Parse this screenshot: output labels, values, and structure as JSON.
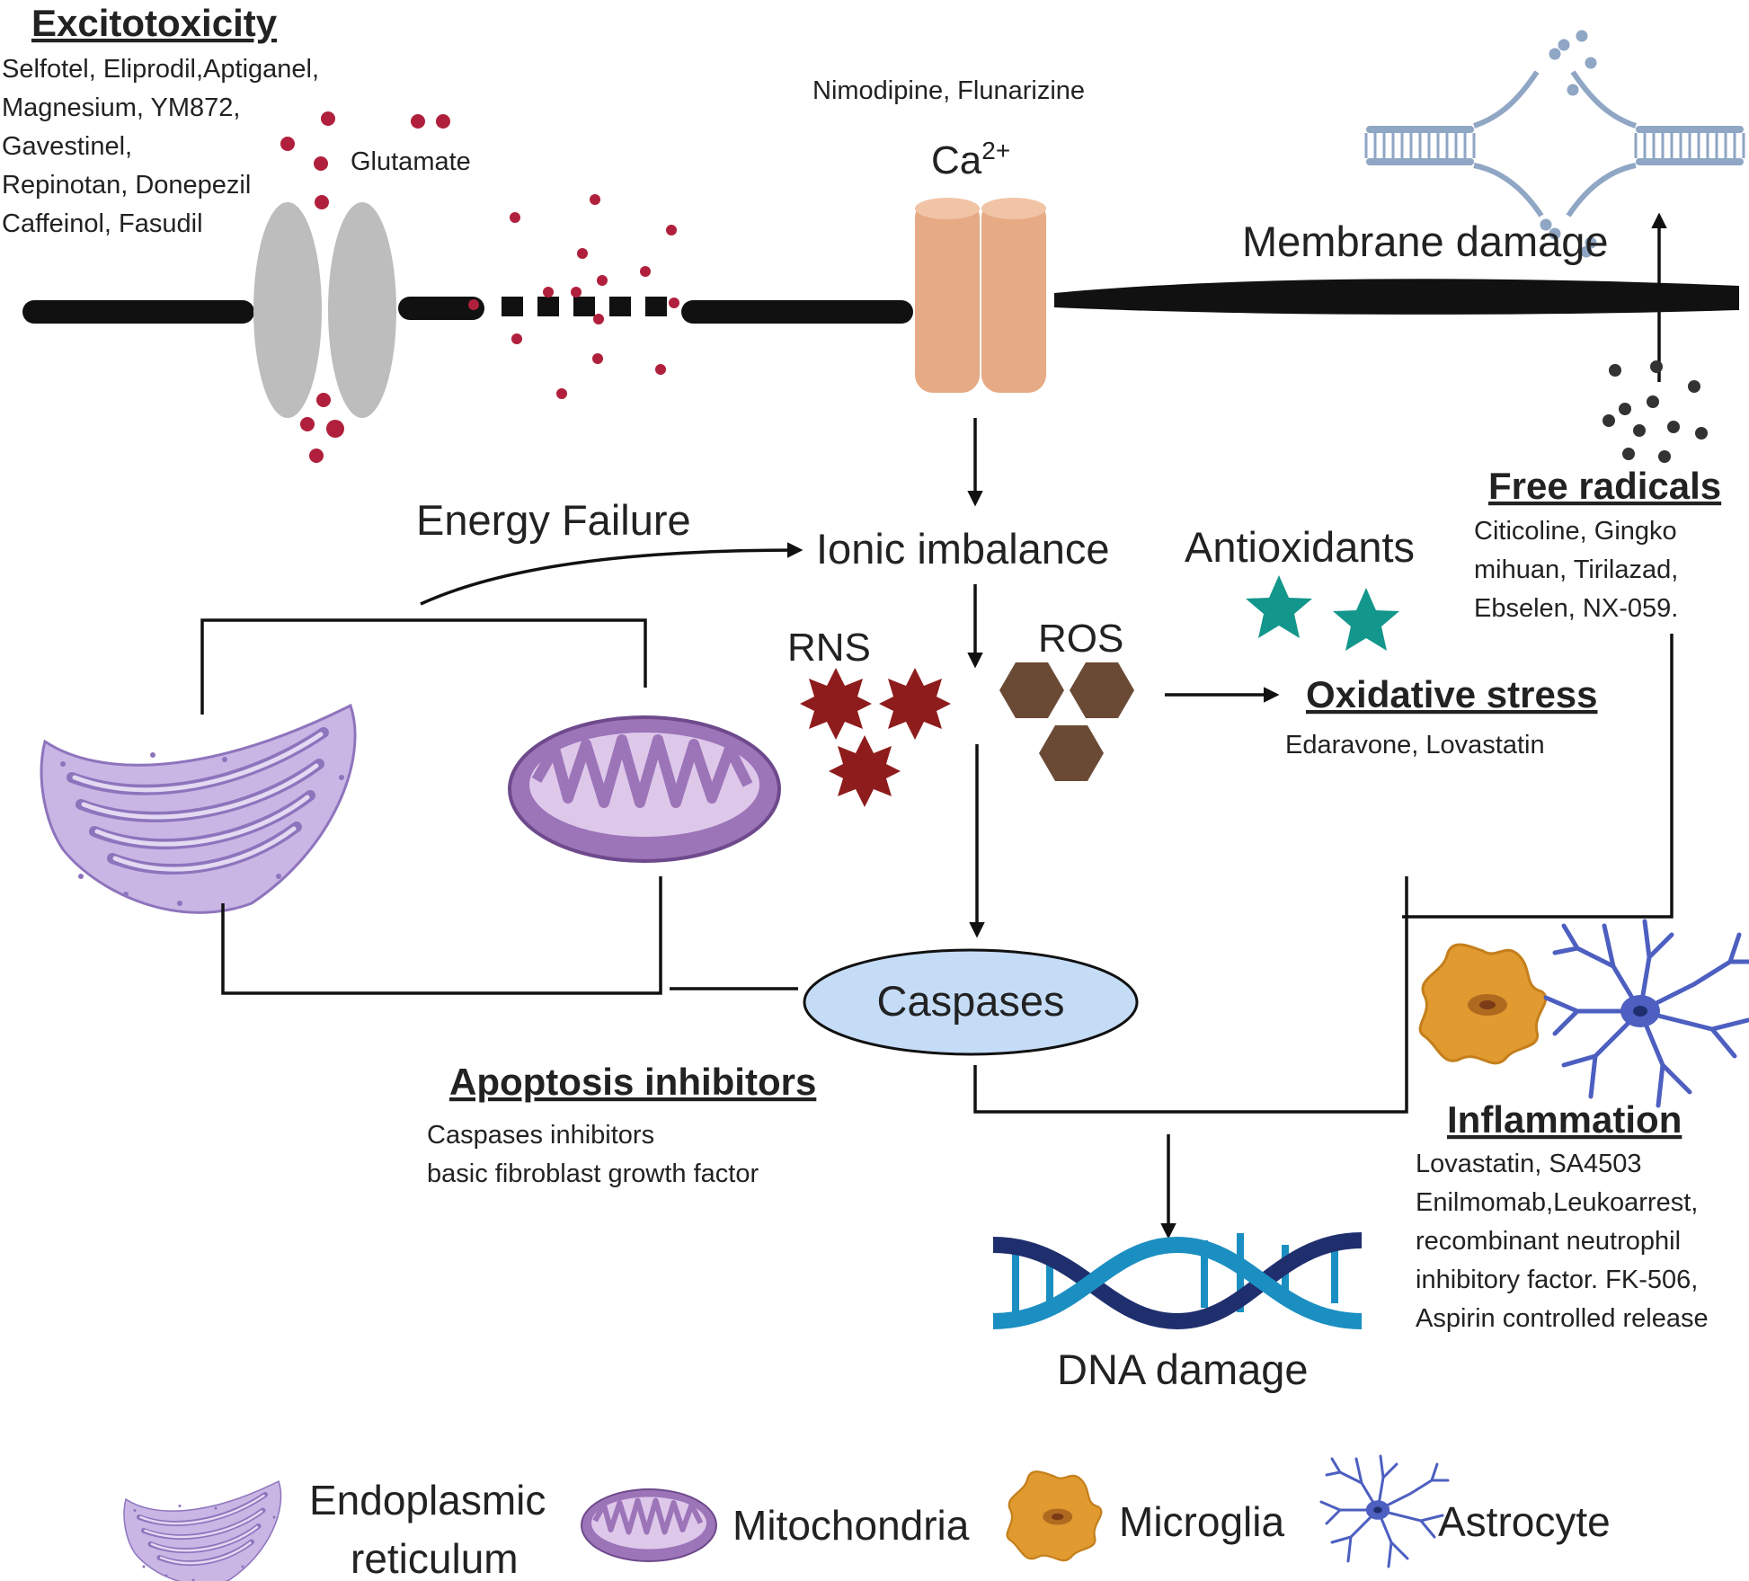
{
  "excitotoxicity": {
    "title": "Excitotoxicity",
    "drugs": [
      "Selfotel, Eliprodil,Aptiganel,",
      "Magnesium, YM872,",
      "Gavestinel,",
      "Repinotan, Donepezil",
      "Caffeinol, Fasudil"
    ],
    "glutamate_label": "Glutamate"
  },
  "calcium": {
    "drugs": "Nimodipine, Flunarizine",
    "ion_base": "Ca",
    "ion_sup": "2+"
  },
  "membrane_damage": "Membrane damage",
  "free_radicals": {
    "title": "Free radicals",
    "drugs": [
      "Citicoline, Gingko",
      "mihuan, Tirilazad,",
      "Ebselen, NX-059."
    ]
  },
  "energy_failure": "Energy Failure",
  "ionic_imbalance": "Ionic imbalance",
  "antioxidants": "Antioxidants",
  "rns": "RNS",
  "ros": "ROS",
  "oxidative_stress": {
    "title": "Oxidative stress",
    "drugs": "Edaravone, Lovastatin"
  },
  "caspases": "Caspases",
  "apoptosis_inhibitors": {
    "title": "Apoptosis inhibitors",
    "drugs": [
      "Caspases inhibitors",
      "basic fibroblast growth factor"
    ]
  },
  "inflammation": {
    "title": "Inflammation",
    "drugs": [
      "Lovastatin, SA4503",
      "Enilmomab,Leukoarrest,",
      "recombinant neutrophil",
      "inhibitory factor. FK-506,",
      "Aspirin controlled release"
    ]
  },
  "dna_damage": "DNA damage",
  "legend": {
    "er": [
      "Endoplasmic",
      "reticulum"
    ],
    "mitochondria": "Mitochondria",
    "microglia": "Microglia",
    "astrocyte": "Astrocyte"
  },
  "colors": {
    "glutamate": "#b0203c",
    "channel": "#e6aa84",
    "receptor": "#bdbdbd",
    "rns": "#8e1c1c",
    "ros": "#6b4a35",
    "antioxidant": "#13968b",
    "caspase_fill": "#c5dcf7",
    "organelle": "#a48cc9",
    "microglia": "#e09a30",
    "astrocyte": "#4d5fc0",
    "dna_dark": "#1f2f6e",
    "dna_light": "#1b8fc1"
  },
  "icons": [
    "er-icon",
    "mitochondria-icon",
    "microglia-icon",
    "astrocyte-icon",
    "dna-icon",
    "membrane-icon",
    "calcium-channel-icon",
    "receptor-icon"
  ]
}
